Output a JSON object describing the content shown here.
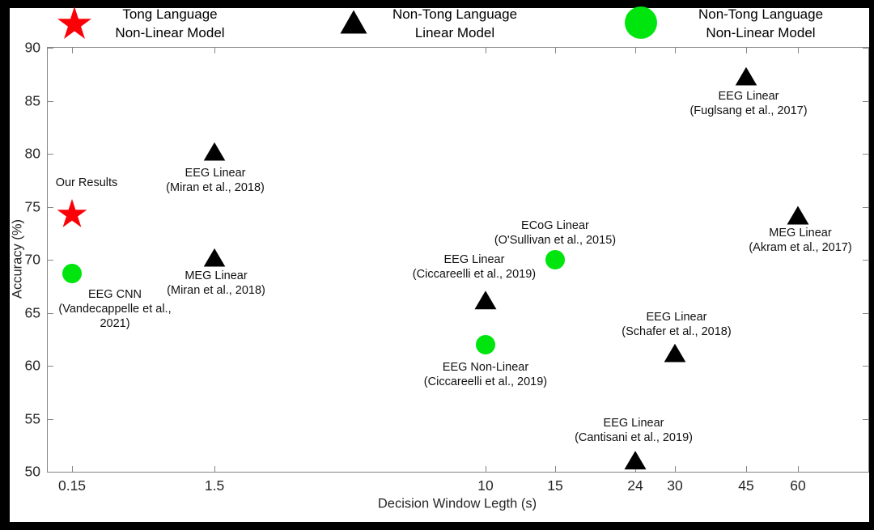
{
  "legend": {
    "items": [
      {
        "marker": "red-star-icon",
        "lines": [
          "Tong Language",
          "Non-Linear Model"
        ]
      },
      {
        "marker": "black-triangle-icon",
        "lines": [
          "Non-Tong Language",
          "Linear Model"
        ]
      },
      {
        "marker": "green-circle-icon",
        "lines": [
          "Non-Tong Language",
          "Non-Linear Model"
        ]
      }
    ]
  },
  "colors": {
    "star": "#fb0006",
    "triangle": "#000000",
    "circle": "#00e50e",
    "axis": "#858585",
    "tick_label": "#262626",
    "frame": "#000000"
  },
  "chart_data": {
    "type": "scatter",
    "title": "",
    "xlabel": "Decision Window Legth (s)",
    "ylabel": "Accuracy (%)",
    "ylim": [
      50,
      90
    ],
    "grid": false,
    "legend_position": "top",
    "y_ticks": [
      50,
      55,
      60,
      65,
      70,
      75,
      80,
      85,
      90
    ],
    "x_ticks": [
      {
        "label": "0.15",
        "value": 0.15,
        "frac": 0.0296
      },
      {
        "label": "1.5",
        "value": 1.5,
        "frac": 0.2032
      },
      {
        "label": "10",
        "value": 10,
        "frac": 0.5335
      },
      {
        "label": "15",
        "value": 15,
        "frac": 0.6183
      },
      {
        "label": "24",
        "value": 24,
        "frac": 0.716
      },
      {
        "label": "30",
        "value": 30,
        "frac": 0.7643
      },
      {
        "label": "45",
        "value": 45,
        "frac": 0.8511
      },
      {
        "label": "60",
        "value": 60,
        "frac": 0.9142
      }
    ],
    "series": [
      {
        "name": "Tong Language Non-Linear Model",
        "marker": "star",
        "color": "#fb0006",
        "points": [
          {
            "x": 0.15,
            "y": 74.4,
            "label": [
              "Our Results"
            ],
            "label_dx": 18,
            "label_dy": -37
          }
        ]
      },
      {
        "name": "Non-Tong Language Linear Model",
        "marker": "triangle",
        "color": "#000000",
        "points": [
          {
            "x": 1.5,
            "y": 80.2,
            "label": [
              "EEG Linear",
              "(Miran et al., 2018)"
            ],
            "label_dx": 1,
            "label_dy": 36
          },
          {
            "x": 1.5,
            "y": 70.2,
            "label": [
              "MEG Linear",
              "(Miran et al., 2018)"
            ],
            "label_dx": 2,
            "label_dy": 32
          },
          {
            "x": 10,
            "y": 66.2,
            "label": [
              "EEG Linear",
              "(Ciccareelli et al., 2019)"
            ],
            "label_dx": -14,
            "label_dy": -41
          },
          {
            "x": 30,
            "y": 61.2,
            "label": [
              "EEG Linear",
              "(Schafer et al., 2018)"
            ],
            "label_dx": 2,
            "label_dy": -35
          },
          {
            "x": 24,
            "y": 51.1,
            "label": [
              "EEG Linear",
              "(Cantisani et al., 2019)"
            ],
            "label_dx": -2,
            "label_dy": -37
          },
          {
            "x": 45,
            "y": 87.3,
            "label": [
              "EEG Linear",
              "(Fuglsang et al., 2017)"
            ],
            "label_dx": 3,
            "label_dy": 34
          },
          {
            "x": 60,
            "y": 74.2,
            "label": [
              "MEG Linear",
              "(Akram et al., 2017)"
            ],
            "label_dx": 3,
            "label_dy": 31
          }
        ]
      },
      {
        "name": "Non-Tong Language Non-Linear Model",
        "marker": "circle",
        "color": "#00e50e",
        "points": [
          {
            "x": 0.15,
            "y": 68.7,
            "label": [
              "EEG CNN",
              "(Vandecappelle et al.,",
              "2021)"
            ],
            "label_dx": 53,
            "label_dy": 44
          },
          {
            "x": 10,
            "y": 62,
            "label": [
              "EEG Non-Linear",
              "(Ciccareelli et al., 2019)"
            ],
            "label_dx": 0,
            "label_dy": 37
          },
          {
            "x": 15,
            "y": 70,
            "label": [
              "ECoG Linear",
              "(O'Sullivan et al., 2015)"
            ],
            "label_dx": 0,
            "label_dy": -33
          }
        ]
      }
    ]
  }
}
